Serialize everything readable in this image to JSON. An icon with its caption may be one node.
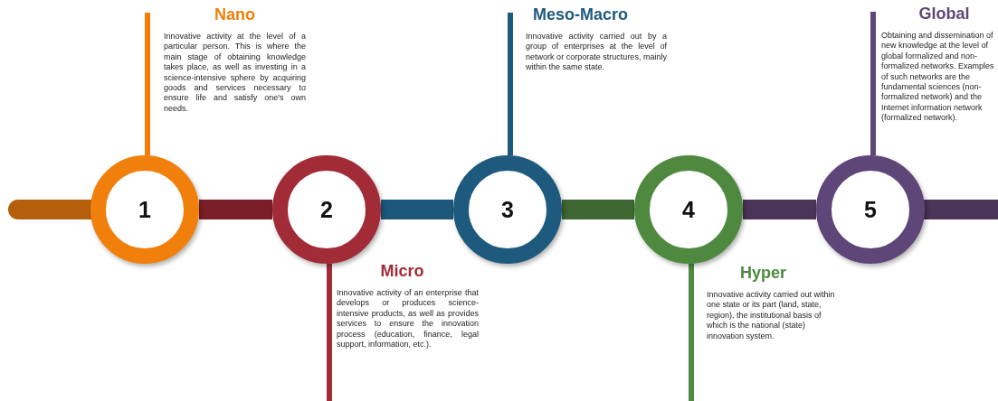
{
  "diagram": {
    "nodes": [
      {
        "text": [
          "1"
        ]
      },
      {
        "text": [
          "2"
        ]
      },
      {
        "text": [
          "3"
        ]
      },
      {
        "text": [
          "4"
        ]
      },
      {
        "text": [
          "5"
        ]
      },
      {
        "text": [
          "Nano",
          "Innovative activity at the level of a particular person. This is where the main stage of obtaining knowledge takes place, as well as investing in a science-intensive sphere by acquiring goods and services necessary to ensure life and satisfy one's own needs."
        ]
      },
      {
        "text": [
          "Micro",
          "Innovative activity of an enterprise that develops or produces science-intensive products, as well as provides services to ensure the innovation process (education, finance, legal support, information, etc.)."
        ]
      },
      {
        "text": [
          "Meso-Macro",
          "Innovative activity carried out by a group of enterprises at the level of network or corporate structures, mainly within the same state."
        ]
      },
      {
        "text": [
          "Hyper",
          "Innovative activity carried out within one state or its part (land, state, region), the institutional basis of which is the national (state) innovation system."
        ]
      },
      {
        "text": [
          "Global",
          "Obtaining and dissemination of new knowledge at the level of global formalized and non-formalized networks. Examples of such networks are the fundamental sciences (non-formalized network) and the Internet information network (formalized network)."
        ]
      }
    ],
    "edges": [
      {
        "from": null,
        "to": 0,
        "arrow": "none",
        "color": "#b55f0c"
      },
      {
        "from": 0,
        "to": 1,
        "arrow": "none",
        "color": "#7a1f29"
      },
      {
        "from": 1,
        "to": 2,
        "arrow": "none",
        "color": "#1d587b"
      },
      {
        "from": 2,
        "to": 3,
        "arrow": "none",
        "color": "#3e6631"
      },
      {
        "from": 3,
        "to": 4,
        "arrow": "none",
        "color": "#4a3457"
      },
      {
        "from": 4,
        "to": null,
        "arrow": "none",
        "color": "#4a3457"
      },
      {
        "from": 0,
        "to": 5,
        "arrow": "none",
        "color": "#f0800b"
      },
      {
        "from": 1,
        "to": 6,
        "arrow": "none",
        "color": "#a12b37"
      },
      {
        "from": 2,
        "to": 7,
        "arrow": "none",
        "color": "#1e5a7d"
      },
      {
        "from": 3,
        "to": 8,
        "arrow": "none",
        "color": "#4e893f"
      },
      {
        "from": 4,
        "to": 9,
        "arrow": "none",
        "color": "#5e4678"
      }
    ]
  }
}
